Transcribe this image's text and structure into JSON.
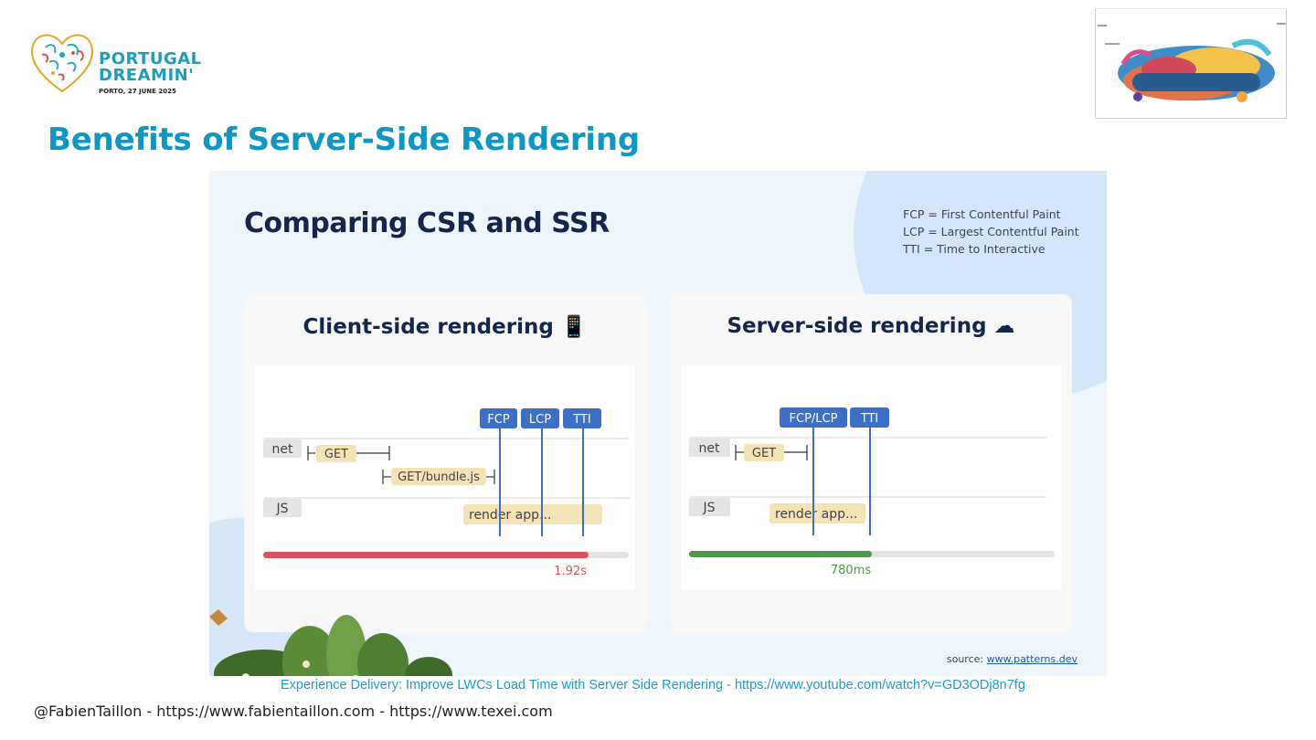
{
  "brand": {
    "logo_line1": "PORTUGAL",
    "logo_line2": "DREAMIN'",
    "logo_sub": "PORTO, 27 JUNE 2025"
  },
  "page_title": "Benefits of Server-Side Rendering",
  "slide": {
    "title": "Comparing CSR and SSR",
    "legend": [
      "FCP = First Contentful Paint",
      "LCP = Largest Contentful Paint",
      "TTI = Time to Interactive"
    ],
    "csr": {
      "title": "Client-side rendering 📱",
      "rows": [
        "net",
        "JS"
      ],
      "markers": [
        "FCP",
        "LCP",
        "TTI"
      ],
      "tasks": [
        "GET",
        "GET/bundle.js",
        "render app..."
      ],
      "time": "1.92s",
      "progress": 0.89
    },
    "ssr": {
      "title": "Server-side rendering ☁",
      "rows": [
        "net",
        "JS"
      ],
      "markers": [
        "FCP/LCP",
        "TTI"
      ],
      "tasks": [
        "GET",
        "render app..."
      ],
      "time": "780ms",
      "progress": 0.5
    },
    "source_label": "source:",
    "source_link": "www.patterns.dev"
  },
  "caption": "Experience Delivery: Improve LWCs Load Time with Server Side Rendering - https://www.youtube.com/watch?v=GD3ODj8n7fg",
  "footer": "@FabienTaillon - https://www.fabientaillon.com - https://www.texei.com",
  "colors": {
    "title_blue": "#0e96c4",
    "marker_blue": "#3d6fc4",
    "task_fill": "#f5e3b8",
    "csr_bar": "#d9525e",
    "ssr_bar": "#4b9a46",
    "track": "#e3e3e3"
  }
}
